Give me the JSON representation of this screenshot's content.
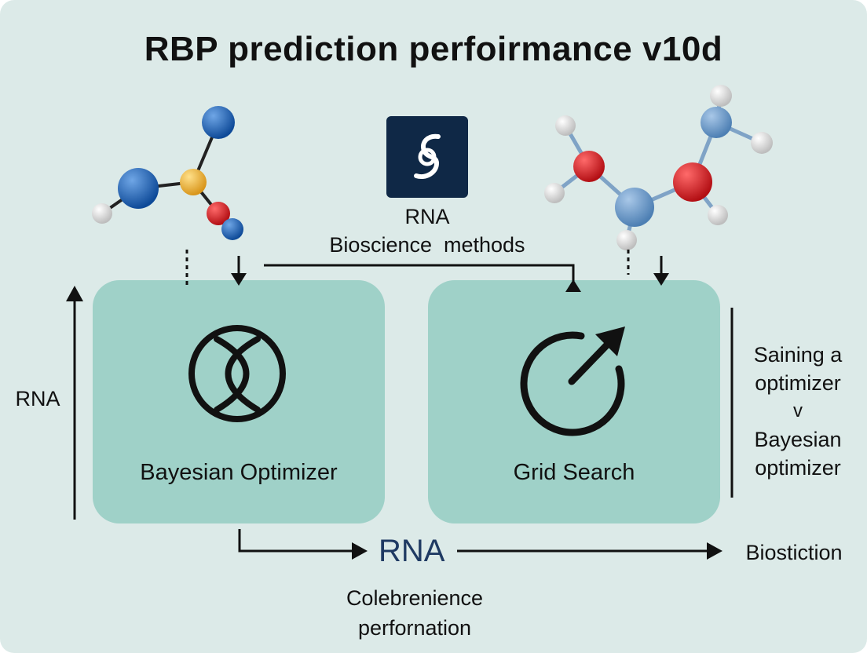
{
  "title": "RBP prediction perfoirmance v10d",
  "center": {
    "line1": "RNA",
    "line2": "Bioscience  methods"
  },
  "left_label": "RNA",
  "boxes": {
    "left": {
      "label": "Bayesian Optimizer",
      "icon": "crossed-loops-icon"
    },
    "right": {
      "label": "Grid Search",
      "icon": "refresh-arrow-icon"
    }
  },
  "right_note": {
    "line1": "Saining a",
    "line2": "optimizer",
    "line3": "v",
    "line4": "Bayesian",
    "line5": "optimizer"
  },
  "bottom": {
    "rna": "RNA",
    "output": "Biostiction",
    "caption_line1": "Colebrenience",
    "caption_line2": "perfornation"
  },
  "colors": {
    "background": "#dceae8",
    "box_fill": "#9fd1c8",
    "logo_fill": "#0f2846",
    "atom_blue": "#1f63b5",
    "atom_red": "#d81a1f",
    "atom_yellow": "#f2b62a",
    "atom_white": "#f2f2f2",
    "atom_lightblue": "#6d9ac8"
  }
}
